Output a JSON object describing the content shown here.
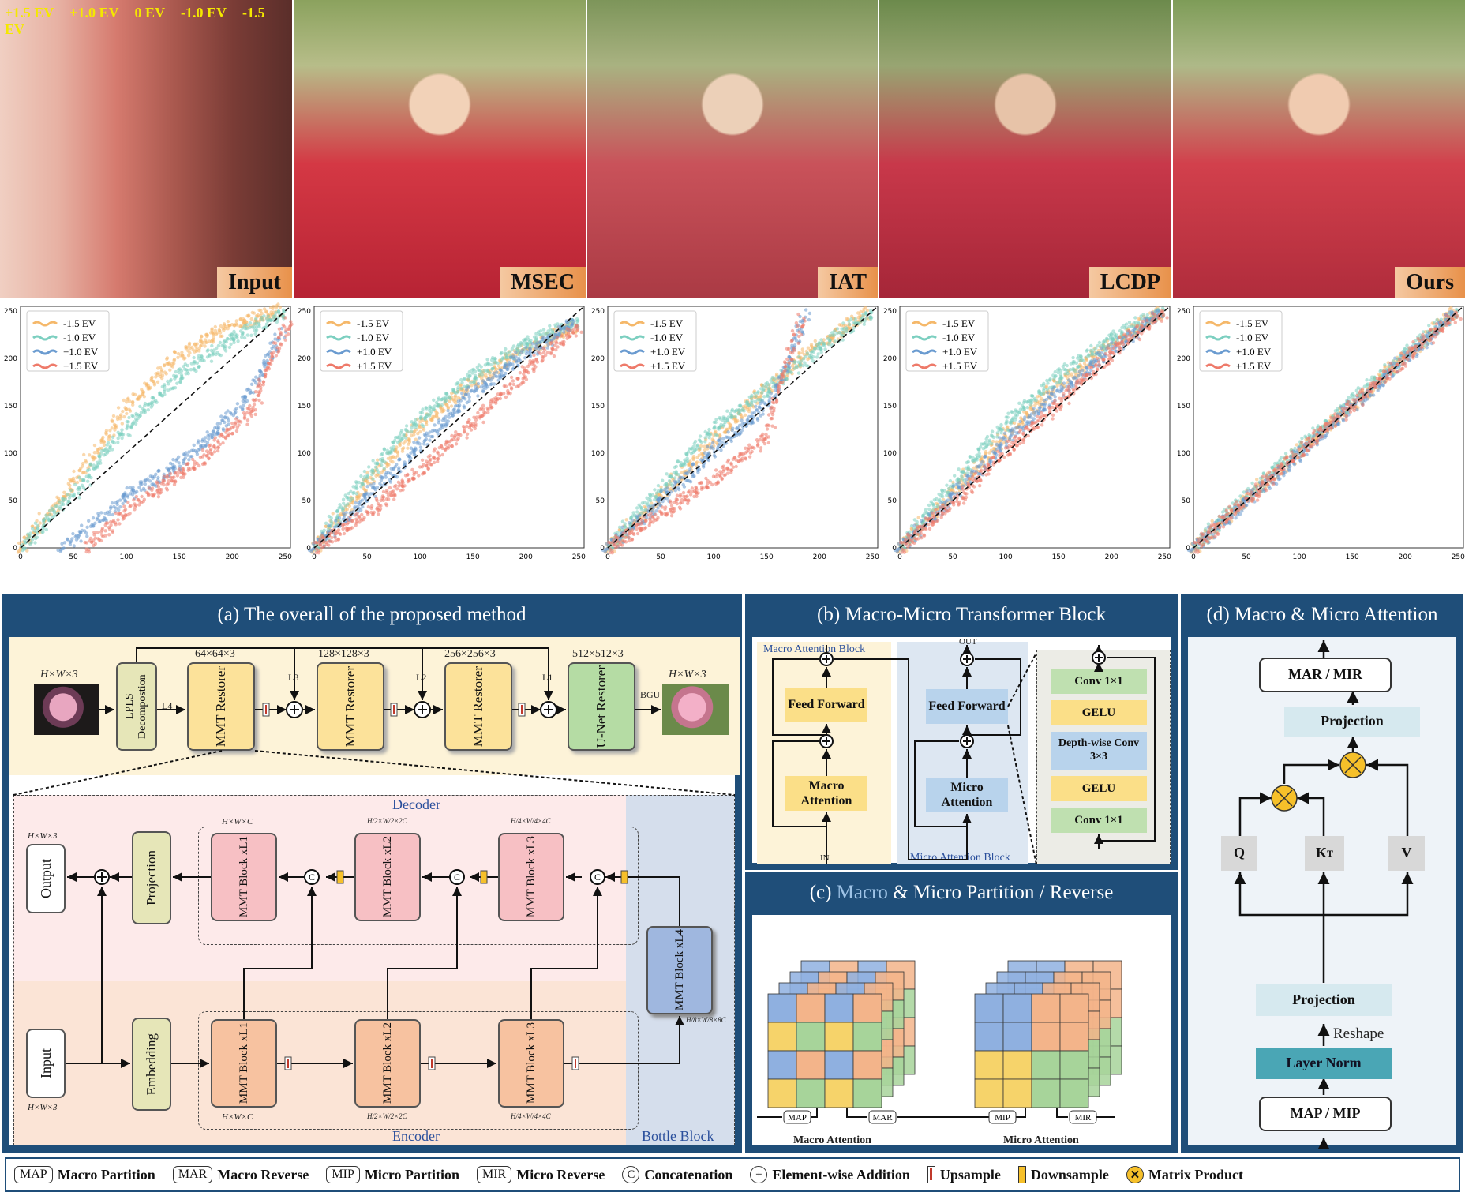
{
  "photos": {
    "ev_labels": [
      "+1.5 EV",
      "+1.0 EV",
      "0 EV",
      "-1.0 EV",
      "-1.5 EV"
    ],
    "labels": [
      "Input",
      "MSEC",
      "IAT",
      "LCDP",
      "Ours"
    ]
  },
  "chart_data": [
    {
      "type": "scatter",
      "method": "Input",
      "xlim": [
        0,
        255
      ],
      "ylim": [
        0,
        255
      ],
      "x_ticks": [
        "0",
        "50",
        "100",
        "150",
        "200",
        "250"
      ],
      "y_ticks": [
        "0",
        "50",
        "100",
        "150",
        "200",
        "250"
      ],
      "series": [
        {
          "name": "-1.5 EV",
          "color": "#f5b86a",
          "curve": [
            [
              0,
              0
            ],
            [
              50,
              70
            ],
            [
              100,
              150
            ],
            [
              150,
              205
            ],
            [
              200,
              235
            ],
            [
              250,
              252
            ]
          ]
        },
        {
          "name": "-1.0 EV",
          "color": "#7ccfc0",
          "curve": [
            [
              0,
              0
            ],
            [
              50,
              55
            ],
            [
              100,
              125
            ],
            [
              150,
              180
            ],
            [
              200,
              220
            ],
            [
              250,
              250
            ]
          ]
        },
        {
          "name": "+1.0 EV",
          "color": "#6a9bd0",
          "curve": [
            [
              40,
              0
            ],
            [
              100,
              55
            ],
            [
              150,
              90
            ],
            [
              200,
              140
            ],
            [
              250,
              230
            ]
          ]
        },
        {
          "name": "+1.5 EV",
          "color": "#ee7a6a",
          "curve": [
            [
              60,
              0
            ],
            [
              120,
              55
            ],
            [
              170,
              90
            ],
            [
              220,
              145
            ],
            [
              255,
              245
            ]
          ]
        }
      ]
    },
    {
      "type": "scatter",
      "method": "MSEC",
      "xlim": [
        0,
        255
      ],
      "ylim": [
        0,
        255
      ],
      "x_ticks": [
        "0",
        "50",
        "100",
        "150",
        "200",
        "250"
      ],
      "y_ticks": [
        "0",
        "50",
        "100",
        "150",
        "200",
        "250"
      ],
      "series": [
        {
          "name": "-1.5 EV",
          "color": "#f5b86a",
          "curve": [
            [
              0,
              0
            ],
            [
              50,
              70
            ],
            [
              100,
              130
            ],
            [
              150,
              175
            ],
            [
              200,
              210
            ],
            [
              250,
              235
            ]
          ]
        },
        {
          "name": "-1.0 EV",
          "color": "#7ccfc0",
          "curve": [
            [
              0,
              0
            ],
            [
              50,
              75
            ],
            [
              100,
              135
            ],
            [
              150,
              180
            ],
            [
              200,
              215
            ],
            [
              250,
              240
            ]
          ]
        },
        {
          "name": "+1.0 EV",
          "color": "#6a9bd0",
          "curve": [
            [
              0,
              0
            ],
            [
              50,
              55
            ],
            [
              100,
              110
            ],
            [
              150,
              165
            ],
            [
              200,
              205
            ],
            [
              250,
              240
            ]
          ]
        },
        {
          "name": "+1.5 EV",
          "color": "#ee7a6a",
          "curve": [
            [
              0,
              0
            ],
            [
              50,
              35
            ],
            [
              100,
              80
            ],
            [
              150,
              130
            ],
            [
              200,
              185
            ],
            [
              250,
              235
            ]
          ]
        }
      ]
    },
    {
      "type": "scatter",
      "method": "IAT",
      "xlim": [
        0,
        255
      ],
      "ylim": [
        0,
        255
      ],
      "x_ticks": [
        "0",
        "50",
        "100",
        "150",
        "200",
        "250"
      ],
      "y_ticks": [
        "0",
        "50",
        "100",
        "150",
        "200",
        "250"
      ],
      "series": [
        {
          "name": "-1.5 EV",
          "color": "#f5b86a",
          "curve": [
            [
              0,
              0
            ],
            [
              50,
              55
            ],
            [
              100,
              115
            ],
            [
              150,
              170
            ],
            [
              200,
              215
            ],
            [
              250,
              250
            ]
          ]
        },
        {
          "name": "-1.0 EV",
          "color": "#7ccfc0",
          "curve": [
            [
              0,
              0
            ],
            [
              50,
              60
            ],
            [
              100,
              125
            ],
            [
              150,
              165
            ],
            [
              200,
              210
            ],
            [
              250,
              250
            ]
          ]
        },
        {
          "name": "+1.0 EV",
          "color": "#6a9bd0",
          "curve": [
            [
              0,
              0
            ],
            [
              50,
              50
            ],
            [
              100,
              105
            ],
            [
              150,
              150
            ],
            [
              190,
              250
            ]
          ]
        },
        {
          "name": "+1.5 EV",
          "color": "#ee7a6a",
          "curve": [
            [
              0,
              0
            ],
            [
              50,
              35
            ],
            [
              100,
              70
            ],
            [
              150,
              115
            ],
            [
              185,
              250
            ]
          ]
        }
      ]
    },
    {
      "type": "scatter",
      "method": "LCDP",
      "xlim": [
        0,
        255
      ],
      "ylim": [
        0,
        255
      ],
      "x_ticks": [
        "0",
        "50",
        "100",
        "150",
        "200",
        "250"
      ],
      "y_ticks": [
        "0",
        "50",
        "100",
        "150",
        "200",
        "250"
      ],
      "series": [
        {
          "name": "-1.5 EV",
          "color": "#f5b86a",
          "curve": [
            [
              0,
              0
            ],
            [
              50,
              60
            ],
            [
              100,
              120
            ],
            [
              150,
              175
            ],
            [
              200,
              215
            ],
            [
              250,
              250
            ]
          ]
        },
        {
          "name": "-1.0 EV",
          "color": "#7ccfc0",
          "curve": [
            [
              0,
              0
            ],
            [
              50,
              65
            ],
            [
              100,
              130
            ],
            [
              150,
              180
            ],
            [
              200,
              220
            ],
            [
              250,
              252
            ]
          ]
        },
        {
          "name": "+1.0 EV",
          "color": "#6a9bd0",
          "curve": [
            [
              0,
              0
            ],
            [
              50,
              55
            ],
            [
              100,
              115
            ],
            [
              150,
              165
            ],
            [
              200,
              210
            ],
            [
              250,
              250
            ]
          ]
        },
        {
          "name": "+1.5 EV",
          "color": "#ee7a6a",
          "curve": [
            [
              0,
              0
            ],
            [
              50,
              45
            ],
            [
              100,
              100
            ],
            [
              150,
              150
            ],
            [
              200,
              205
            ],
            [
              250,
              250
            ]
          ]
        }
      ]
    },
    {
      "type": "scatter",
      "method": "Ours",
      "xlim": [
        0,
        255
      ],
      "ylim": [
        0,
        255
      ],
      "x_ticks": [
        "0",
        "50",
        "100",
        "150",
        "200",
        "250"
      ],
      "y_ticks": [
        "0",
        "50",
        "100",
        "150",
        "200",
        "250"
      ],
      "series": [
        {
          "name": "-1.5 EV",
          "color": "#f5b86a",
          "curve": [
            [
              0,
              0
            ],
            [
              50,
              52
            ],
            [
              100,
              103
            ],
            [
              150,
              152
            ],
            [
              200,
              202
            ],
            [
              250,
              251
            ]
          ]
        },
        {
          "name": "-1.0 EV",
          "color": "#7ccfc0",
          "curve": [
            [
              0,
              0
            ],
            [
              50,
              53
            ],
            [
              100,
              104
            ],
            [
              150,
              153
            ],
            [
              200,
              203
            ],
            [
              250,
              252
            ]
          ]
        },
        {
          "name": "+1.0 EV",
          "color": "#6a9bd0",
          "curve": [
            [
              0,
              0
            ],
            [
              50,
              50
            ],
            [
              100,
              100
            ],
            [
              150,
              150
            ],
            [
              200,
              200
            ],
            [
              250,
              250
            ]
          ]
        },
        {
          "name": "+1.5 EV",
          "color": "#ee7a6a",
          "curve": [
            [
              0,
              0
            ],
            [
              50,
              49
            ],
            [
              100,
              99
            ],
            [
              150,
              149
            ],
            [
              200,
              199
            ],
            [
              250,
              249
            ]
          ]
        }
      ]
    }
  ],
  "panel_a": {
    "title": "(a) The overall of the proposed method",
    "in_dim": "H×W×3",
    "out_dim": "H×W×3",
    "lpls": "LPLS Decompostion",
    "l4": "L4",
    "mmt_restorer": "MMT Restorer",
    "unet": "U-Net Restorer",
    "bgu": "BGU",
    "sizes": [
      "64×64×3",
      "128×128×3",
      "256×256×3",
      "512×512×3"
    ],
    "levels": [
      "L3",
      "L2",
      "L1"
    ],
    "decoder": "Decoder",
    "encoder": "Encoder",
    "bottle": "Bottle Block",
    "output": "Output",
    "input": "Input",
    "projection": "Projection",
    "embedding": "Embedding",
    "dec_blocks": [
      "MMT Block xL1",
      "MMT Block xL2",
      "MMT Block xL3"
    ],
    "enc_blocks": [
      "MMT Block xL1",
      "MMT Block xL2",
      "MMT Block xL3"
    ],
    "bottle_block": "MMT Block xL4",
    "dims_dec": [
      "H×W×C",
      "H/2×W/2×2C",
      "H/4×W/4×4C"
    ],
    "dims_enc": [
      "H×W×C",
      "H/2×W/2×2C",
      "H/4×W/4×4C"
    ],
    "dim_bottle": "H/8×W/8×8C",
    "io_dim": "H×W×3"
  },
  "panel_b": {
    "title": "(b) Macro-Micro Transformer Block",
    "macro_label": "Macro Attention Block",
    "micro_label": "Micro Attention Block",
    "feed_forward": "Feed Forward",
    "macro_attention": "Macro Attention",
    "micro_attention": "Micro Attention",
    "out": "OUT",
    "in": "IN",
    "ffn": [
      "Conv 1×1",
      "GELU",
      "Depth-wise Conv 3×3",
      "GELU",
      "Conv 1×1"
    ]
  },
  "panel_c": {
    "title_pre": "(c) ",
    "title_macro": "Macro",
    "title_rest": " & Micro Partition / Reverse",
    "map": "MAP",
    "mar": "MAR",
    "mip": "MIP",
    "mir": "MIR",
    "macro_att": "Macro Attention",
    "micro_att": "Micro Attention"
  },
  "panel_d": {
    "title": "(d)  Macro & Micro Attention",
    "mar_mir": "MAR / MIR",
    "projection": "Projection",
    "q": "Q",
    "k": "K",
    "k_sup": "T",
    "v": "V",
    "projection2": "Projection",
    "reshape": "Reshape",
    "layer_norm": "Layer Norm",
    "map_mip": "MAP / MIP"
  },
  "legend": {
    "map": "MAP",
    "map_text": "Macro Partition",
    "mar": "MAR",
    "mar_text": "Macro Reverse",
    "mip": "MIP",
    "mip_text": "Micro Partition",
    "mir": "MIR",
    "mir_text": "Micro Reverse",
    "c": "C",
    "c_text": "Concatenation",
    "plus_text": "Element-wise Addition",
    "up_text": "Upsample",
    "down_text": "Downsample",
    "mat_text": "Matrix Product"
  },
  "colors": {
    "panel_border": "#1f4e79",
    "restorer": "#fce29a",
    "unet": "#b5dca4",
    "lpls": "#e6e6b8",
    "dec": "#f7c0c4",
    "enc": "#f7c2a0",
    "bottle": "#9fb7df",
    "macro_bg": "#fdf3d8",
    "micro_bg": "#dde7f2",
    "ffn_blue": "#b8d3ec",
    "ffn_green": "#bfe0b0",
    "ffn_yellow": "#fbdf88",
    "teal": "#4aa6b5"
  }
}
